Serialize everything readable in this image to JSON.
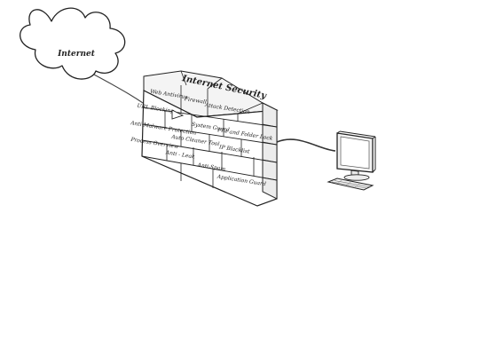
{
  "cloud": {
    "label": "Internet"
  },
  "wall": {
    "title": "Internet Security",
    "bricks": [
      [
        "Web Antivirus",
        "Firewall",
        "Attack Detection"
      ],
      [
        "URL Blocking",
        "",
        "System Guard",
        "File and Folder Lock"
      ],
      [
        "Anti-Malware Protection",
        "Auto Cleaner Tool",
        "IP Blacklist"
      ],
      [
        "Process Overview",
        "Anti - Leak",
        "",
        ""
      ],
      [
        "",
        "Anti-Spam",
        "Application Guard"
      ]
    ]
  },
  "colors": {
    "line": "#222222",
    "cloud_fill": "#ffffff",
    "brick_fill": "#ffffff",
    "brick_shadow": "#e4e4e4"
  },
  "icons": [
    "cloud-icon",
    "arrow-icon",
    "monitor-icon",
    "keyboard-icon"
  ]
}
